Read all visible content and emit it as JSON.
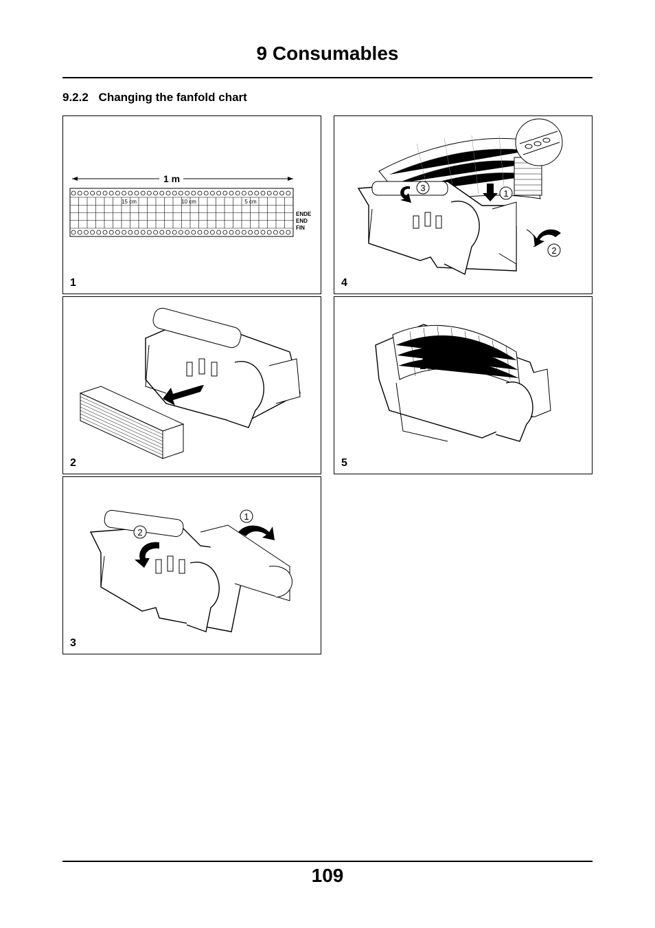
{
  "header": {
    "chapter_title": "9 Consumables"
  },
  "section": {
    "number": "9.2.2",
    "title": "Changing the fanfold chart"
  },
  "panels": [
    {
      "label": "1",
      "length_label": "1 m",
      "marks": [
        "15 cm",
        "10 cm",
        "5 cm"
      ],
      "end_labels": [
        "ENDE",
        "END",
        "FIN"
      ]
    },
    {
      "label": "2"
    },
    {
      "label": "3",
      "callouts": [
        "1",
        "2"
      ]
    },
    {
      "label": "4",
      "callouts": [
        "1",
        "2",
        "3"
      ]
    },
    {
      "label": "5"
    }
  ],
  "footer": {
    "page_number": "109"
  }
}
